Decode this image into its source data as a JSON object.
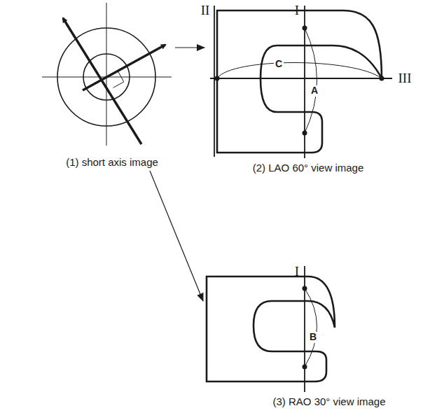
{
  "diagram": {
    "labels": [
      "(1) short axis image",
      "II",
      "I",
      "III",
      "C",
      "A",
      "(2) LAO 60° view image",
      "I",
      "B",
      "(3) RAO 30° view image"
    ]
  }
}
